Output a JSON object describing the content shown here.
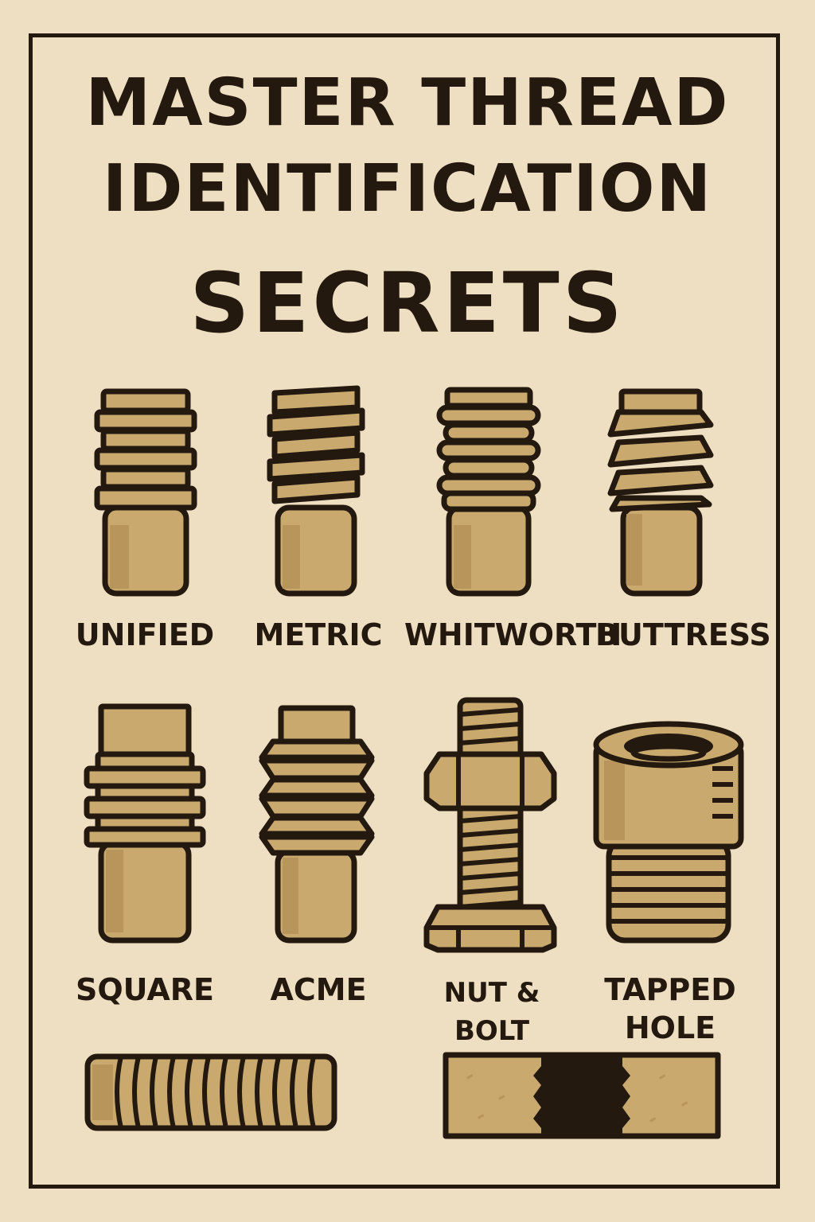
{
  "title": {
    "line1": "MASTER THREAD",
    "line2": "IDENTIFICATION",
    "line3": "SECRETS"
  },
  "threads": [
    {
      "label": "UNIFIED",
      "icon": "unified-thread-icon"
    },
    {
      "label": "METRIC",
      "icon": "metric-thread-icon"
    },
    {
      "label": "WHITWORTH",
      "icon": "whitworth-thread-icon"
    },
    {
      "label": "BUTTRESS",
      "icon": "buttress-thread-icon"
    },
    {
      "label": "SQUARE",
      "icon": "square-thread-icon"
    },
    {
      "label": "ACME",
      "icon": "acme-thread-icon"
    },
    {
      "label": "NUT & BOLT",
      "icon": "nut-and-bolt-icon"
    },
    {
      "label": "TAPPED\nHOLE",
      "icon": "tapped-hole-icon"
    }
  ],
  "bottom_icons": [
    "threaded-rod-icon",
    "threaded-hole-cross-section-icon"
  ],
  "colors": {
    "background": "#efdfc2",
    "ink": "#24190f",
    "metal": "#c9a96e"
  }
}
